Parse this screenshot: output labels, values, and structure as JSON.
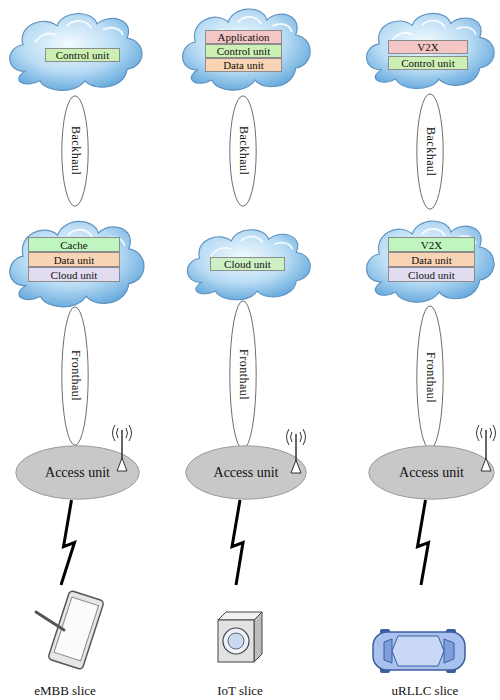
{
  "diagram": {
    "nodes": [
      {
        "text": [
          "Control unit"
        ]
      },
      {
        "text": [
          "Application"
        ]
      },
      {
        "text": [
          "Control unit"
        ]
      },
      {
        "text": [
          "Data unit"
        ]
      },
      {
        "text": [
          "V2X"
        ]
      },
      {
        "text": [
          "Control unit"
        ]
      },
      {
        "text": [
          "Backhaul"
        ]
      },
      {
        "text": [
          "Backhaul"
        ]
      },
      {
        "text": [
          "Backhaul"
        ]
      },
      {
        "text": [
          "Cache"
        ]
      },
      {
        "text": [
          "Data unit"
        ]
      },
      {
        "text": [
          "Cloud unit"
        ]
      },
      {
        "text": [
          "Cloud unit"
        ]
      },
      {
        "text": [
          "V2X"
        ]
      },
      {
        "text": [
          "Data unit"
        ]
      },
      {
        "text": [
          "Cloud unit"
        ]
      },
      {
        "text": [
          "Fronthaul"
        ]
      },
      {
        "text": [
          "Fronthaul"
        ]
      },
      {
        "text": [
          "Fronthaul"
        ]
      },
      {
        "text": [
          "Access unit"
        ]
      },
      {
        "text": [
          "Access unit"
        ]
      },
      {
        "text": [
          "Access unit"
        ]
      },
      {
        "text": [
          "eMBB slice"
        ]
      },
      {
        "text": [
          "IoT slice"
        ]
      },
      {
        "text": [
          "uRLLC slice"
        ]
      }
    ],
    "edges": [
      {
        "from": 19,
        "to": 22,
        "arrow": "none"
      },
      {
        "from": 20,
        "to": 23,
        "arrow": "none"
      },
      {
        "from": 21,
        "to": 24,
        "arrow": "none"
      }
    ]
  }
}
